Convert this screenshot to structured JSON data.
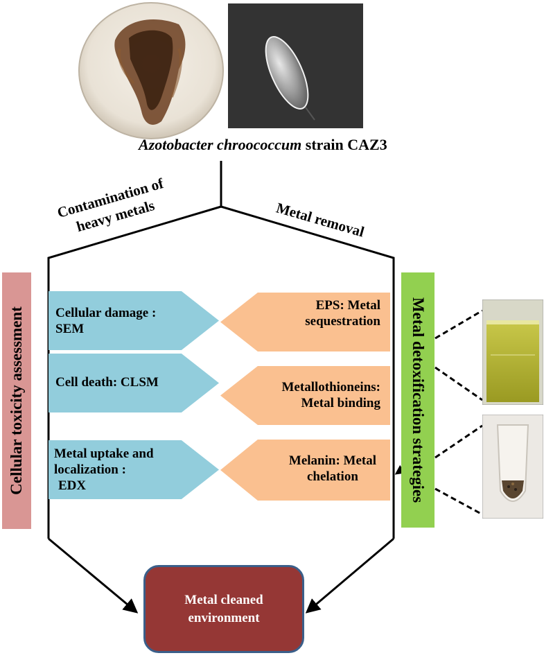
{
  "organism": {
    "genus_species": "Azotobacter chroococcum",
    "strain": "strain CAZ3"
  },
  "branches": {
    "left": {
      "line1": "Contamination of",
      "line2": "heavy metals"
    },
    "right": "Metal removal"
  },
  "side_labels": {
    "left": "Cellular toxicity assessment",
    "right": "Metal detoxification strategies"
  },
  "toxicity_steps": [
    {
      "line1": "Cellular damage :",
      "line2": "SEM",
      "line3": ""
    },
    {
      "line1": "Cell death:  CLSM",
      "line2": "",
      "line3": ""
    },
    {
      "line1": "Metal uptake and",
      "line2": "localization :",
      "line3": "EDX"
    }
  ],
  "detox_steps": [
    {
      "line1": "EPS: Metal",
      "line2": "sequestration"
    },
    {
      "line1": "Metallothioneins:",
      "line2": "Metal binding"
    },
    {
      "line1": "Melanin: Metal",
      "line2": "chelation"
    }
  ],
  "outcome": {
    "line1": "Metal cleaned",
    "line2": "environment"
  },
  "colors": {
    "toxicity_box": "#92CDDC",
    "detox_box": "#FAC090",
    "left_label_bg": "#D99694",
    "right_label_bg": "#92D050",
    "outcome_fill": "#953735",
    "outcome_border": "#3A5F8A"
  }
}
